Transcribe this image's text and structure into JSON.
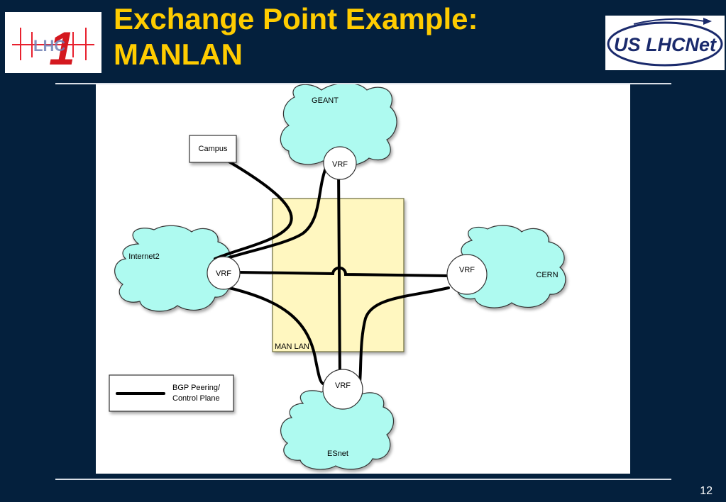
{
  "slide": {
    "title_line1": "Exchange Point Example:",
    "title_line2": "MANLAN",
    "page_number": "12"
  },
  "logos": {
    "left_text": "LHC",
    "left_numeral": "1",
    "right_text": "US LHCNet"
  },
  "diagram": {
    "clouds": {
      "geant": "GEANT",
      "internet2": "Internet2",
      "cern": "CERN",
      "esnet": "ESnet"
    },
    "vrf_label": "VRF",
    "campus": "Campus",
    "manlan_box": "MAN LAN",
    "legend": {
      "line1": "BGP Peering/",
      "line2": "Control Plane"
    }
  },
  "colors": {
    "background": "#04203d",
    "title": "#ffcc00",
    "cloud_fill": "#aefaf0",
    "manlan_fill": "#fff7c0"
  }
}
